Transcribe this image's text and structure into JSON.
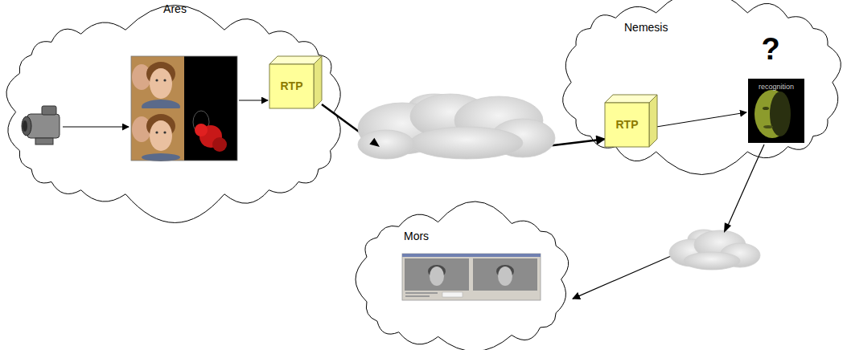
{
  "diagram": {
    "nodes": [
      {
        "text": [
          "Ares"
        ]
      },
      {
        "text": [
          "RTP"
        ],
        "in": 0
      },
      {
        "text": [
          "Nemesis"
        ]
      },
      {
        "text": [
          "RTP"
        ],
        "in": 2
      },
      {
        "text": [
          "Mors"
        ]
      }
    ],
    "edges": [
      {
        "from": 1,
        "to": 3,
        "arrow": "to"
      },
      {
        "from": 2,
        "to": 4,
        "arrow": "to"
      }
    ],
    "labels": [
      "?",
      "recognition"
    ]
  }
}
